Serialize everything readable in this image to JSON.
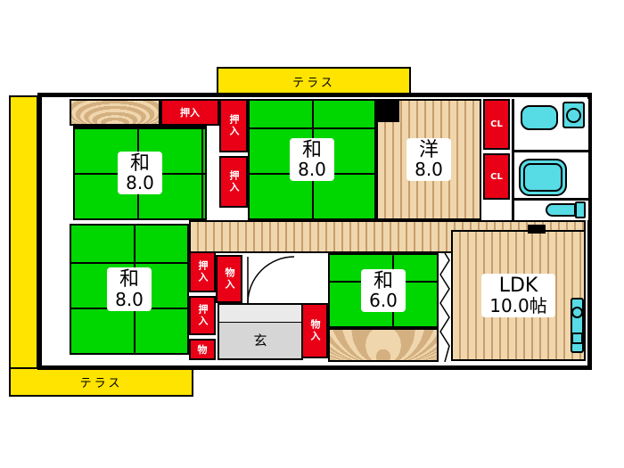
{
  "plan": {
    "terraces": {
      "top": "テラス",
      "bottom": "テラス"
    },
    "rooms": {
      "wa_top_left": {
        "name": "和",
        "size": "8.0"
      },
      "wa_top_mid": {
        "name": "和",
        "size": "8.0"
      },
      "yo_top_right": {
        "name": "洋",
        "size": "8.0"
      },
      "wa_mid_left": {
        "name": "和",
        "size": "8.0"
      },
      "wa_bottom_mid": {
        "name": "和",
        "size": "6.0"
      },
      "ldk": {
        "name": "LDK",
        "size": "10.0帖"
      },
      "entrance": {
        "name": "玄"
      }
    },
    "closets": {
      "oshiire": "押入",
      "monoire": "物入",
      "mono": "物",
      "cl": "CL"
    },
    "colors": {
      "tatami_green": "#00d600",
      "label_red": "#e90016",
      "terrace_yellow": "#ffe400",
      "fixture_cyan": "#57dbe4",
      "wood_light": "#efd6ad",
      "wood_dark": "#c89d6b",
      "grain_dark": "#b98a55"
    }
  }
}
